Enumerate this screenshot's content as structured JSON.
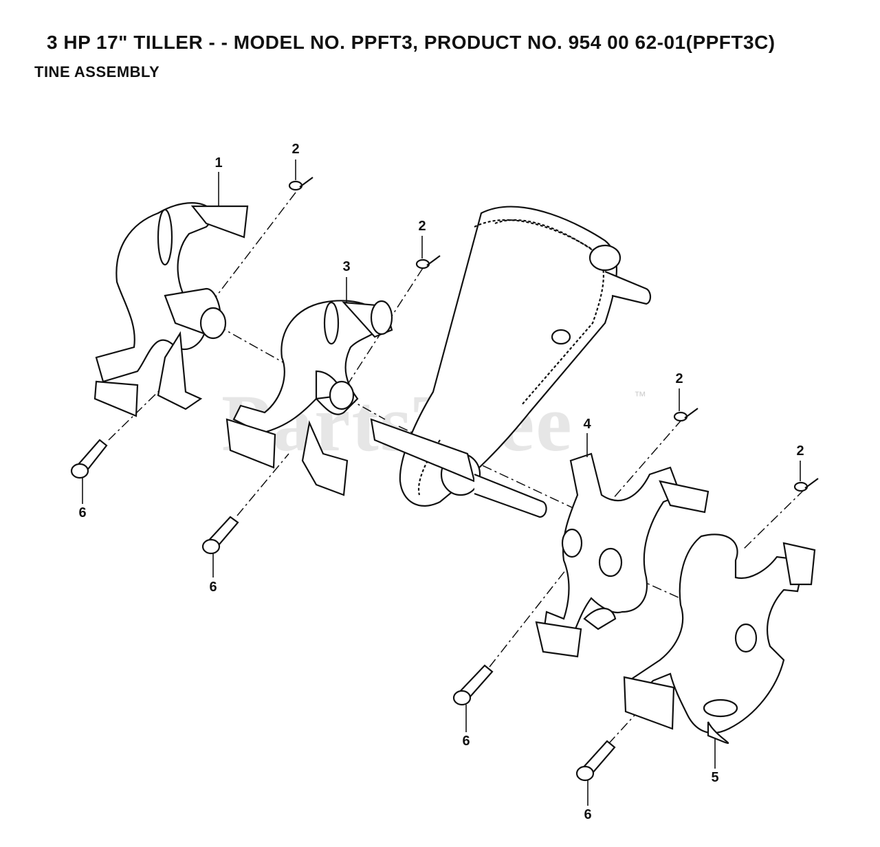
{
  "header": {
    "title": "3 HP 17\" TILLER - - MODEL NO. PPFT3, PRODUCT NO. 954 00 62-01(PPFT3C)",
    "subtitle": "TINE ASSEMBLY"
  },
  "watermark": {
    "text": "PartsTree",
    "tm": "™"
  },
  "callouts": {
    "c1": "1",
    "c2a": "2",
    "c2b": "2",
    "c2c": "2",
    "c2d": "2",
    "c3": "3",
    "c4": "4",
    "c5": "5",
    "c6a": "6",
    "c6b": "6",
    "c6c": "6",
    "c6d": "6"
  }
}
